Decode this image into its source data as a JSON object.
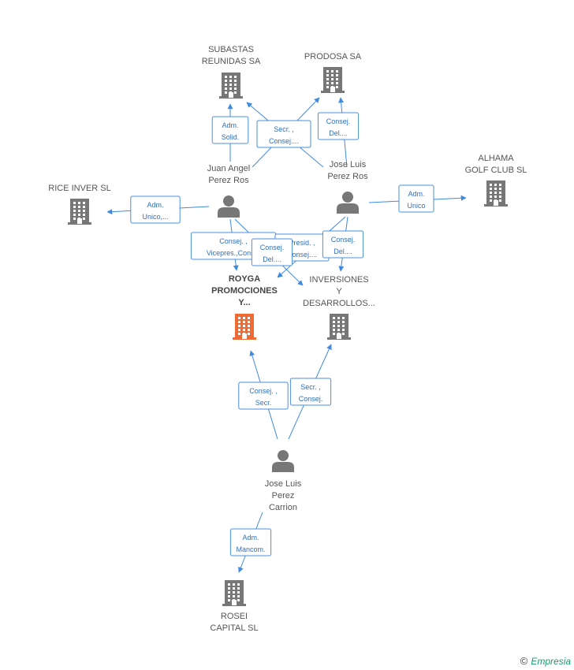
{
  "colors": {
    "accent": "#3f8ae0",
    "node_gray": "#777777",
    "main": "#f06a35"
  },
  "nodes": [
    {
      "id": "subastas",
      "kind": "company",
      "lines": [
        "SUBASTAS",
        "REUNIDAS SA"
      ]
    },
    {
      "id": "prodosa",
      "kind": "company",
      "lines": [
        "PRODOSA SA"
      ]
    },
    {
      "id": "rice",
      "kind": "company",
      "lines": [
        "RICE INVER SL"
      ]
    },
    {
      "id": "alhama",
      "kind": "company",
      "lines": [
        "ALHAMA",
        "GOLF CLUB SL"
      ]
    },
    {
      "id": "juan",
      "kind": "person",
      "lines": [
        "Juan Angel",
        "Perez Ros"
      ]
    },
    {
      "id": "joseros",
      "kind": "person",
      "lines": [
        "Jose Luis",
        "Perez Ros"
      ]
    },
    {
      "id": "royga",
      "kind": "main",
      "lines": [
        "ROYGA",
        "PROMOCIONES",
        "Y..."
      ]
    },
    {
      "id": "inversiones",
      "kind": "company",
      "lines": [
        "INVERSIONES",
        "Y",
        "DESARROLLOS..."
      ]
    },
    {
      "id": "carrion",
      "kind": "person",
      "lines": [
        "Jose Luis",
        "Perez",
        "Carrion"
      ]
    },
    {
      "id": "rosei",
      "kind": "company",
      "lines": [
        "ROSEI",
        "CAPITAL SL"
      ]
    }
  ],
  "edges": [
    {
      "from": "juan",
      "to": "subastas",
      "label": [
        "Adm.",
        "Solid."
      ]
    },
    {
      "from": "joseros",
      "to": "subastas",
      "label": [
        "Secr. ,",
        "Consej...."
      ]
    },
    {
      "from": "juan",
      "to": "prodosa",
      "label": [
        "Secr. ,",
        "Consej...."
      ]
    },
    {
      "from": "joseros",
      "to": "prodosa",
      "label": [
        "Consej.",
        "Del...."
      ]
    },
    {
      "from": "juan",
      "to": "rice",
      "label": [
        "Adm.",
        "Unico,..."
      ]
    },
    {
      "from": "joseros",
      "to": "alhama",
      "label": [
        "Adm.",
        "Unico"
      ]
    },
    {
      "from": "juan",
      "to": "royga",
      "label": [
        "Consej. ,",
        "Vicepres.,Cons..."
      ]
    },
    {
      "from": "juan",
      "to": "inversiones",
      "label": [
        "Presid. ,",
        "Consej...."
      ]
    },
    {
      "from": "joseros",
      "to": "royga",
      "label": [
        "Consej.",
        "Del...."
      ]
    },
    {
      "from": "joseros",
      "to": "inversiones",
      "label": [
        "Consej.",
        "Del...."
      ]
    },
    {
      "from": "carrion",
      "to": "royga",
      "label": [
        "Consej. ,",
        "Secr."
      ]
    },
    {
      "from": "carrion",
      "to": "inversiones",
      "label": [
        "Secr. ,",
        "Consej."
      ]
    },
    {
      "from": "carrion",
      "to": "rosei",
      "label": [
        "Adm.",
        "Mancom."
      ]
    }
  ],
  "footer": {
    "copyright_symbol": "©",
    "brand": "Empresia"
  }
}
